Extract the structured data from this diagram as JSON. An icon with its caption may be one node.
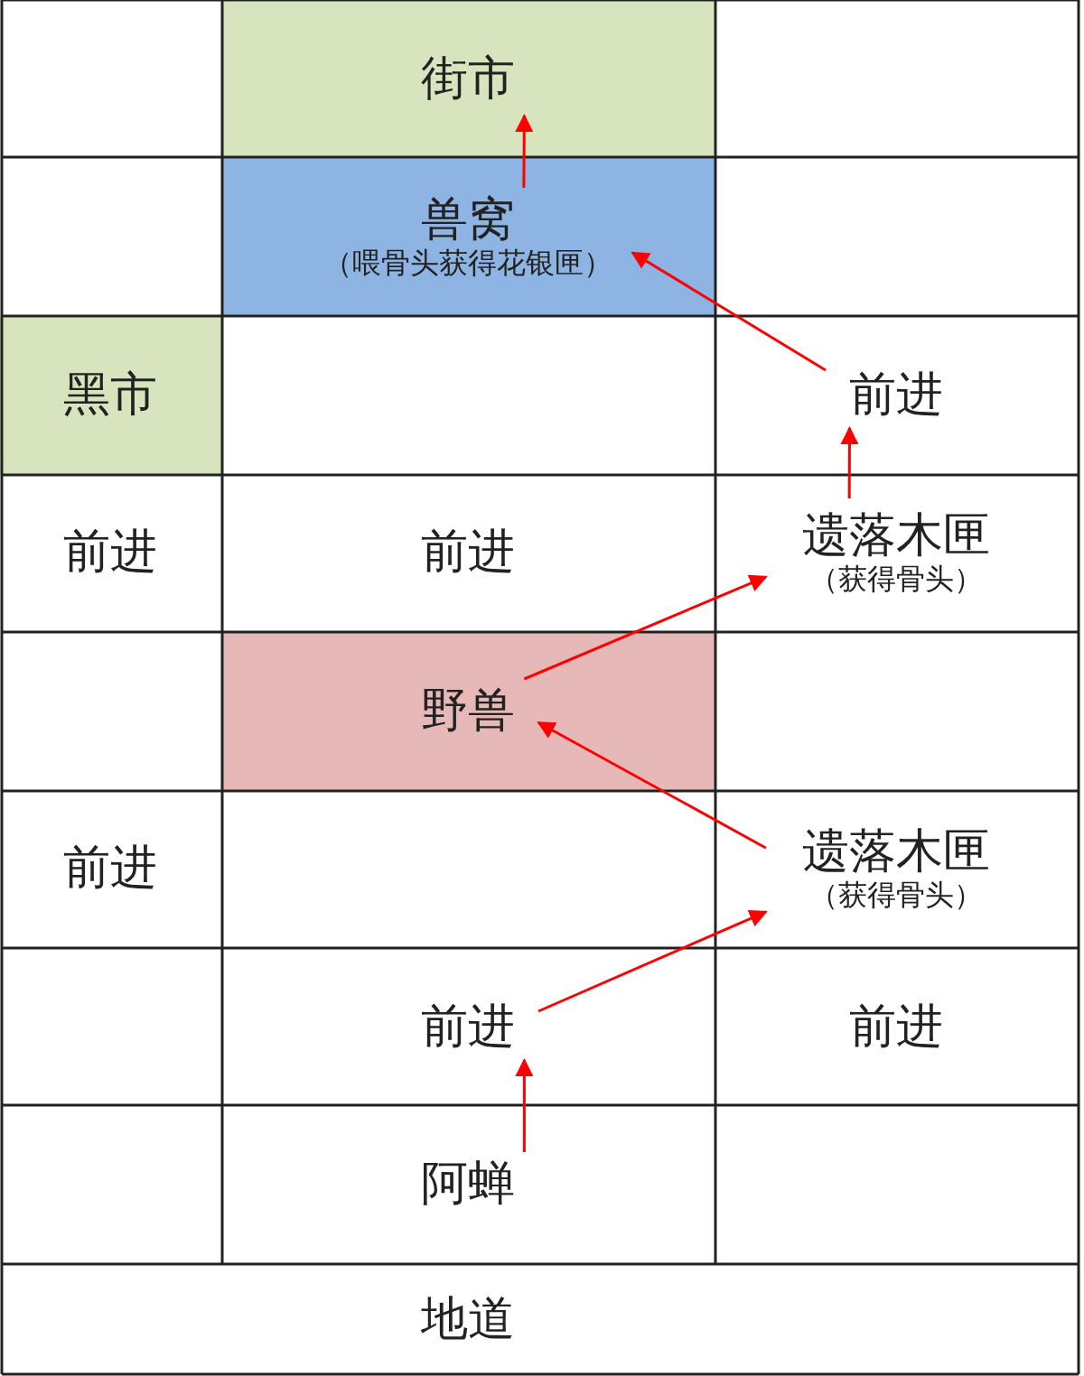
{
  "diagram": {
    "nodes": [
      {
        "text": [
          "街市"
        ]
      },
      {
        "text": [
          "兽窝",
          "（喂骨头获得花银匣）"
        ]
      },
      {
        "text": [
          "黑市"
        ]
      },
      {
        "text": [
          "前进"
        ]
      },
      {
        "text": [
          "前进"
        ]
      },
      {
        "text": [
          "前进"
        ]
      },
      {
        "text": [
          "遗落木匣",
          "（获得骨头）"
        ]
      },
      {
        "text": [
          "野兽"
        ]
      },
      {
        "text": [
          "前进"
        ]
      },
      {
        "text": [
          "遗落木匣",
          "（获得骨头）"
        ]
      },
      {
        "text": [
          "前进"
        ]
      },
      {
        "text": [
          "前进"
        ]
      },
      {
        "text": [
          "阿蝉"
        ]
      },
      {
        "text": [
          "地道"
        ]
      }
    ],
    "edges": [
      {
        "from": 12,
        "to": 10,
        "arrow": "to"
      },
      {
        "from": 10,
        "to": 9,
        "arrow": "to"
      },
      {
        "from": 9,
        "to": 7,
        "arrow": "to"
      },
      {
        "from": 7,
        "to": 6,
        "arrow": "to"
      },
      {
        "from": 6,
        "to": 3,
        "arrow": "to"
      },
      {
        "from": 3,
        "to": 1,
        "arrow": "to"
      },
      {
        "from": 1,
        "to": 0,
        "arrow": "to"
      }
    ]
  }
}
